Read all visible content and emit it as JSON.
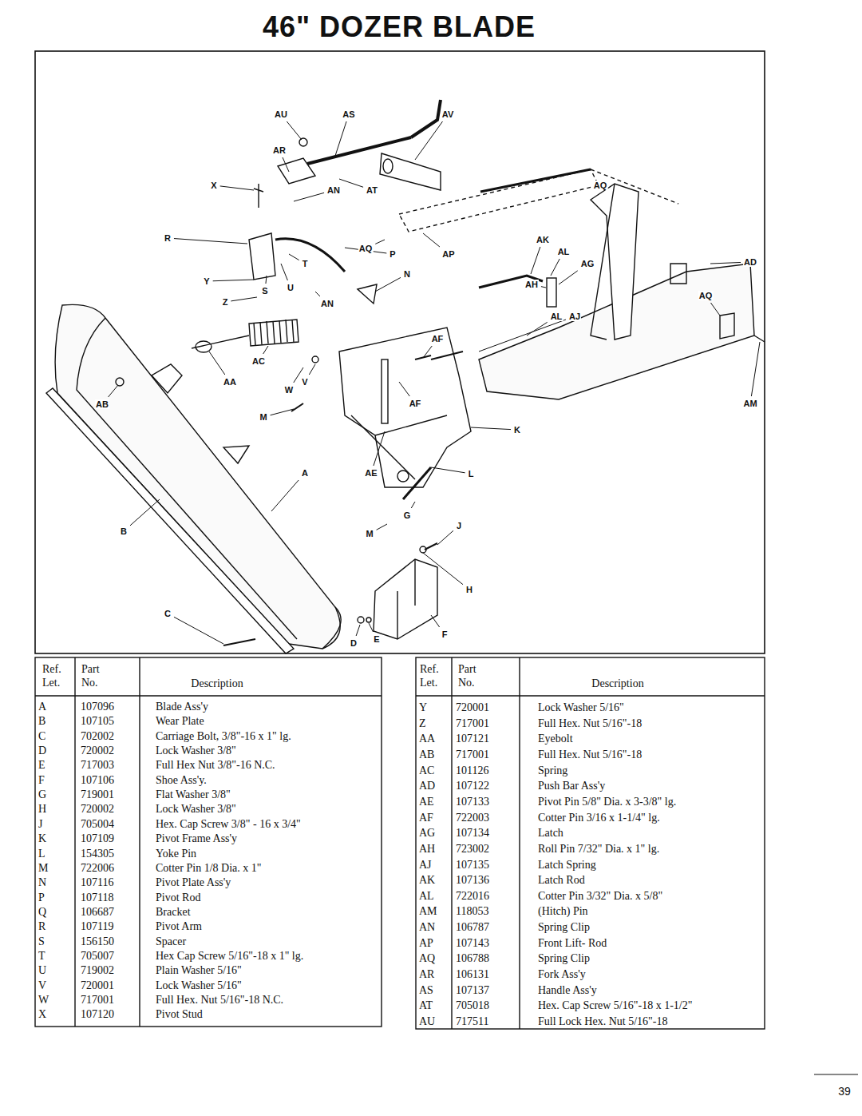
{
  "diagram": {
    "title": "46\" DOZER BLADE",
    "labels": [
      "AU",
      "AS",
      "AV",
      "AR",
      "AQ",
      "X",
      "AN",
      "AT",
      "AK",
      "AL",
      "AG",
      "AD",
      "R",
      "AQ",
      "P",
      "AP",
      "N",
      "Y",
      "S",
      "U",
      "T",
      "AH",
      "AQ",
      "AN",
      "AL",
      "AJ",
      "Z",
      "AF",
      "AC",
      "AA",
      "V",
      "W",
      "AB",
      "AF",
      "AM",
      "M",
      "K",
      "A",
      "AE",
      "L",
      "G",
      "M",
      "J",
      "B",
      "H",
      "C",
      "D",
      "E",
      "F",
      "Ref. Let.",
      "Part No.",
      "Description",
      "A",
      "107096",
      "Blade Ass'y",
      "B",
      "107105",
      "Wear Plate",
      "C",
      "702002",
      "Carriage Bolt, 3/8\"-16 x 1\" lg.",
      "D",
      "720002",
      "Lock Washer 3/8\"",
      "E",
      "717003",
      "Full Hex Nut 3/8\"-16 N.C.",
      "F",
      "107106",
      "Shoe Ass'y.",
      "G",
      "719001",
      "Flat Washer 3/8\"",
      "H",
      "720002",
      "Lock Washer 3/8\"",
      "J",
      "705004",
      "Hex. Cap Screw 3/8\" - 16 x 3/4\"",
      "K",
      "107109",
      "Pivot Frame Ass'y",
      "L",
      "154305",
      "Yoke Pin",
      "M",
      "722006",
      "Cotter Pin 1/8 Dia. x 1\"",
      "N",
      "107116",
      "Pivot Plate Ass'y",
      "P",
      "107118",
      "Pivot Rod",
      "Q",
      "106687",
      "Bracket",
      "R",
      "107119",
      "Pivot Arm",
      "S",
      "156150",
      "Spacer",
      "T",
      "705007",
      "Hex Cap Screw 5/16\"-18 x 1\" lg.",
      "U",
      "719002",
      "Plain Washer 5/16\"",
      "V",
      "720001",
      "Lock Washer 5/16\"",
      "W",
      "717001",
      "Full Hex. Nut 5/16\"-18 N.C.",
      "X",
      "107120",
      "Pivot Stud",
      "Ref. Let.",
      "Part No.",
      "Description",
      "Y",
      "720001",
      "Lock Washer 5/16\"",
      "Z",
      "717001",
      "Full Hex. Nut 5/16\"-18",
      "AA",
      "107121",
      "Eyebolt",
      "AB",
      "717001",
      "Full Hex. Nut 5/16\"-18",
      "AC",
      "101126",
      "Spring",
      "AD",
      "107122",
      "Push Bar Ass'y",
      "AE",
      "107133",
      "Pivot Pin 5/8\" Dia. x 3-3/8\" lg.",
      "AF",
      "722003",
      "Cotter Pin 3/16 x 1-1/4\" lg.",
      "AG",
      "107134",
      "Latch",
      "AH",
      "723002",
      "Roll Pin 7/32\" Dia. x 1\" lg.",
      "AJ",
      "107135",
      "Latch Spring",
      "AK",
      "107136",
      "Latch Rod",
      "AL",
      "722016",
      "Cotter Pin 3/32\" Dia. x 5/8\"",
      "AM",
      "118053",
      "(Hitch) Pin",
      "AN",
      "106787",
      "Spring Clip",
      "AP",
      "107143",
      "Front Lift- Rod",
      "AQ",
      "106788",
      "Spring Clip",
      "AR",
      "106131",
      "Fork Ass'y",
      "AS",
      "107137",
      "Handle Ass'y",
      "AT",
      "705018",
      "Hex. Cap Screw 5/16\"-18 x 1-1/2\"",
      "AU",
      "717511",
      "Full Lock Hex. Nut 5/16\"-18",
      "39"
    ]
  }
}
